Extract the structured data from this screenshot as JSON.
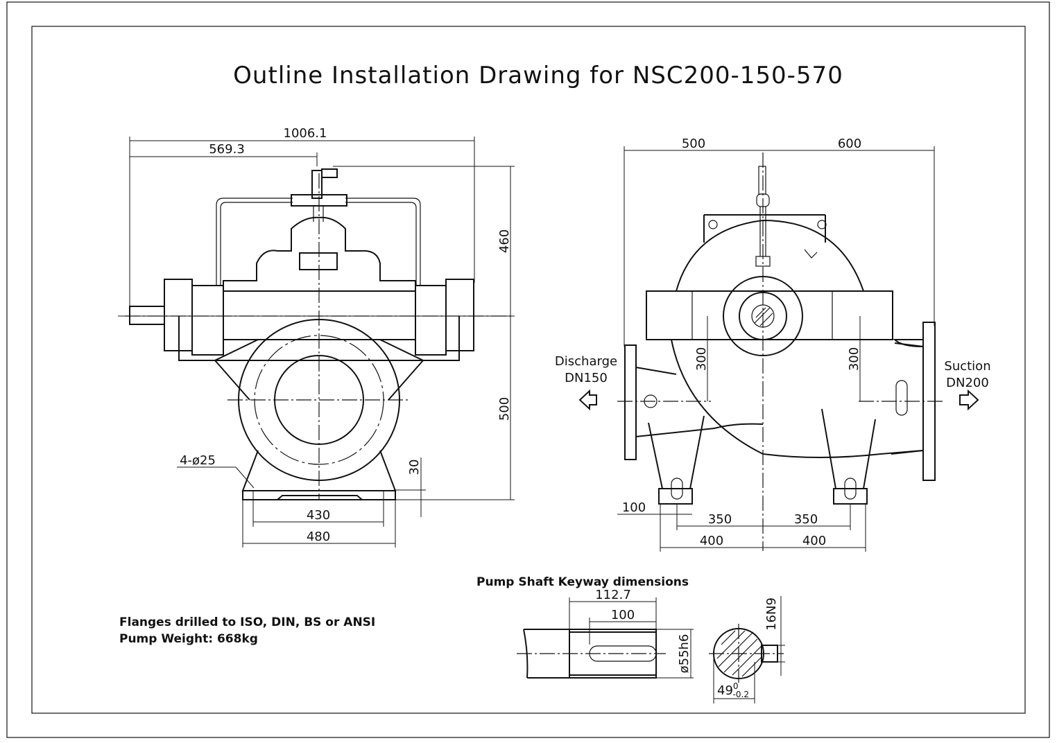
{
  "drawing": {
    "title": "Outline Installation Drawing for NSC200-150-570"
  },
  "side_view": {
    "dims": {
      "overall_length": "1006.1",
      "shaft_to_center": "569.3",
      "top_height": "460",
      "center_height": "500",
      "foot_thickness": "30",
      "bolt_holes": "4-ø25",
      "foot_inner": "430",
      "foot_outer": "480"
    }
  },
  "front_view": {
    "dims": {
      "left_width": "500",
      "right_width": "600",
      "discharge_height": "300",
      "suction_height": "300",
      "foot_edge": "100",
      "left_hole_spacing": "350",
      "right_hole_spacing": "350",
      "left_foot_width": "400",
      "right_foot_width": "400"
    },
    "discharge": {
      "label": "Discharge",
      "size": "DN150"
    },
    "suction": {
      "label": "Suction",
      "size": "DN200"
    }
  },
  "keyway": {
    "title": "Pump Shaft Keyway dimensions",
    "dims": {
      "shaft_length": "112.7",
      "key_length": "100",
      "shaft_diameter": "ø55h6",
      "key_width": "16N9",
      "key_depth_base": "49",
      "key_depth_upper": "0",
      "key_depth_lower": "-0.2"
    }
  },
  "notes": {
    "flanges": "Flanges drilled to ISO, DIN, BS or ANSI",
    "weight": "Pump Weight: 668kg"
  }
}
